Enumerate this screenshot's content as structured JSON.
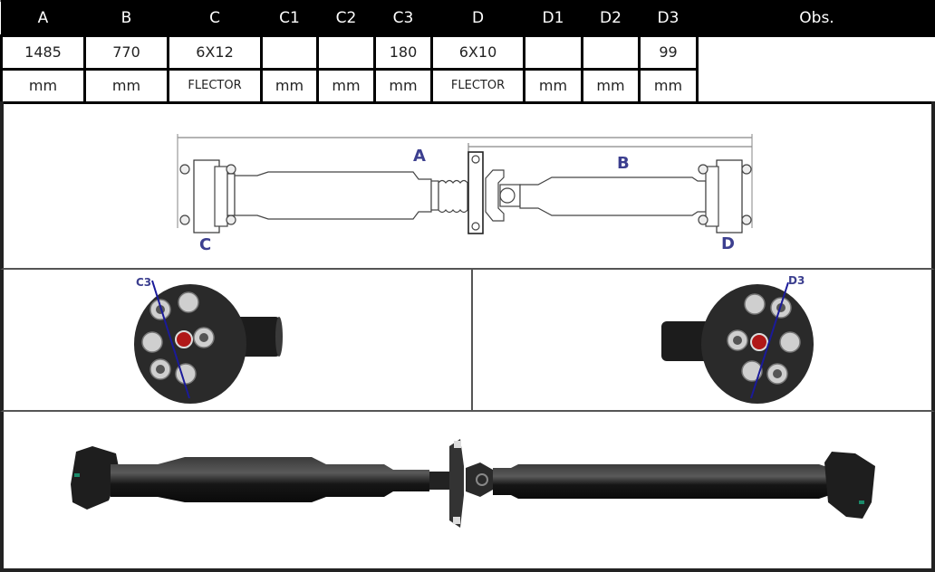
{
  "spec_table": {
    "headers": [
      "A",
      "B",
      "C",
      "C1",
      "C2",
      "C3",
      "D",
      "D1",
      "D2",
      "D3",
      "Obs."
    ],
    "values": [
      "1485",
      "770",
      "6X12",
      "",
      "",
      "180",
      "6X10",
      "",
      "",
      "99"
    ],
    "units": [
      "mm",
      "mm",
      "FLECTOR",
      "mm",
      "mm",
      "mm",
      "FLECTOR",
      "mm",
      "mm",
      "mm"
    ],
    "obs": ""
  },
  "diagram": {
    "dimension_labels": {
      "overall": "A",
      "half": "B",
      "left_end": "C",
      "right_end": "D"
    }
  },
  "flange_views": {
    "left_label": "C3",
    "right_label": "D3"
  },
  "colors": {
    "header_bg": "#000000",
    "header_text": "#ffffff",
    "label_blue": "#3c3f8f",
    "callout_line": "#1a1a9a",
    "flector_rubber": "#2a2a2a",
    "center_red": "#b01818"
  }
}
